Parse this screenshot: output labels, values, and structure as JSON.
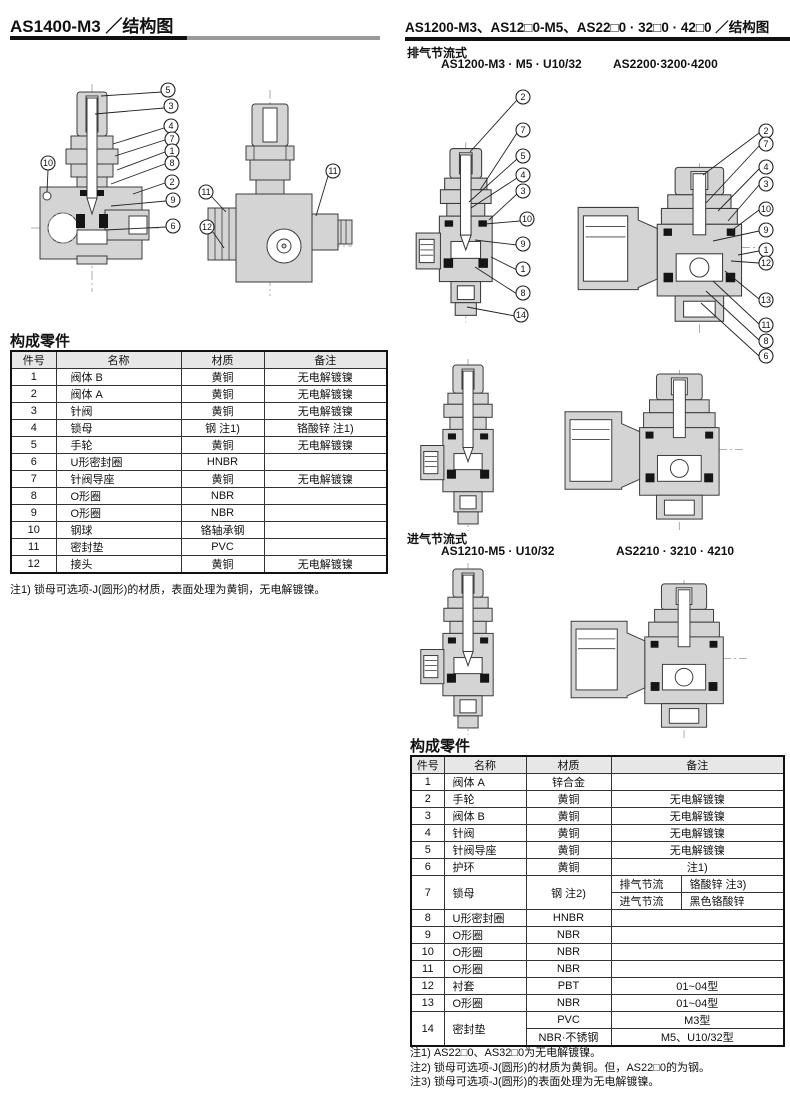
{
  "left_section": {
    "title": "AS1400-M3 ／结构图",
    "figures": {
      "main_callouts": [
        "5",
        "3",
        "4",
        "7",
        "1",
        "8",
        "2",
        "9",
        "6",
        "10"
      ],
      "side_callouts": [
        "11",
        "11",
        "12"
      ]
    },
    "parts_table": {
      "title": "构成零件",
      "headers": [
        "件号",
        "名称",
        "材质",
        "备注"
      ],
      "rows": [
        [
          "1",
          "阀体 B",
          "黄铜",
          "无电解镀镍"
        ],
        [
          "2",
          "阀体 A",
          "黄铜",
          "无电解镀镍"
        ],
        [
          "3",
          "针阀",
          "黄铜",
          "无电解镀镍"
        ],
        [
          "4",
          "锁母",
          "钢 注1)",
          "铬酸锌 注1)"
        ],
        [
          "5",
          "手轮",
          "黄铜",
          "无电解镀镍"
        ],
        [
          "6",
          "U形密封圈",
          "HNBR",
          ""
        ],
        [
          "7",
          "针阀导座",
          "黄铜",
          "无电解镀镍"
        ],
        [
          "8",
          "O形圈",
          "NBR",
          ""
        ],
        [
          "9",
          "O形圈",
          "NBR",
          ""
        ],
        [
          "10",
          "钢球",
          "铬轴承钢",
          ""
        ],
        [
          "11",
          "密封垫",
          "PVC",
          ""
        ],
        [
          "12",
          "接头",
          "黄铜",
          "无电解镀镍"
        ]
      ],
      "note": "注1) 锁母可选项-J(圆形)的材质，表面处理为黄铜，无电解镀镍。"
    }
  },
  "right_section": {
    "title": "AS1200-M3、AS12□0-M5、AS22□0 · 32□0 · 42□0 ／结构图",
    "exhaust": {
      "type_label": "排气节流式",
      "model_small": "AS1200-M3 · M5 · U10/32",
      "model_large": "AS2200·3200·4200"
    },
    "intake": {
      "type_label": "进气节流式",
      "model_small": "AS1210-M5 · U10/32",
      "model_large": "AS2210 · 3210 · 4210"
    },
    "figures": {
      "exhaust_small_callouts": [
        "2",
        "7",
        "5",
        "4",
        "3",
        "10",
        "9",
        "1",
        "8",
        "14"
      ],
      "exhaust_large_callouts": [
        "2",
        "7",
        "4",
        "3",
        "10",
        "9",
        "1",
        "12",
        "13",
        "11",
        "8",
        "6"
      ]
    },
    "parts_table": {
      "title": "构成零件",
      "headers": [
        "件号",
        "名称",
        "材质",
        "备注"
      ],
      "rows": [
        {
          "no": "1",
          "name": "阀体 A",
          "material": "锌合金",
          "remark": ""
        },
        {
          "no": "2",
          "name": "手轮",
          "material": "黄铜",
          "remark": "无电解镀镍"
        },
        {
          "no": "3",
          "name": "阀体 B",
          "material": "黄铜",
          "remark": "无电解镀镍"
        },
        {
          "no": "4",
          "name": "针阀",
          "material": "黄铜",
          "remark": "无电解镀镍"
        },
        {
          "no": "5",
          "name": "针阀导座",
          "material": "黄铜",
          "remark": "无电解镀镍"
        },
        {
          "no": "6",
          "name": "护环",
          "material": "黄铜",
          "remark": "注1)"
        },
        {
          "no": "7",
          "name": "锁母",
          "material": "钢 注2)",
          "sub_rows": [
            {
              "label": "排气节流",
              "value": "铬酸锌 注3)"
            },
            {
              "label": "进气节流",
              "value": "黑色铬酸锌"
            }
          ]
        },
        {
          "no": "8",
          "name": "U形密封圈",
          "material": "HNBR",
          "remark": ""
        },
        {
          "no": "9",
          "name": "O形圈",
          "material": "NBR",
          "remark": ""
        },
        {
          "no": "10",
          "name": "O形圈",
          "material": "NBR",
          "remark": ""
        },
        {
          "no": "11",
          "name": "O形圈",
          "material": "NBR",
          "remark": ""
        },
        {
          "no": "12",
          "name": "衬套",
          "material": "PBT",
          "remark": "01~04型"
        },
        {
          "no": "13",
          "name": "O形圈",
          "material": "NBR",
          "remark": "01~04型"
        },
        {
          "no": "14",
          "name": "密封垫",
          "sub_rows": [
            {
              "material": "PVC",
              "remark": "M3型"
            },
            {
              "material": "NBR·不锈钢",
              "remark": "M5、U10/32型"
            }
          ]
        }
      ],
      "notes": [
        "注1) AS22□0、AS32□0为无电解镀镍。",
        "注2) 锁母可选项-J(圆形)的材质为黄铜。但，AS22□0的为钢。",
        "注3) 锁母可选项-J(圆形)的表面处理为无电解镀镍。"
      ]
    }
  }
}
